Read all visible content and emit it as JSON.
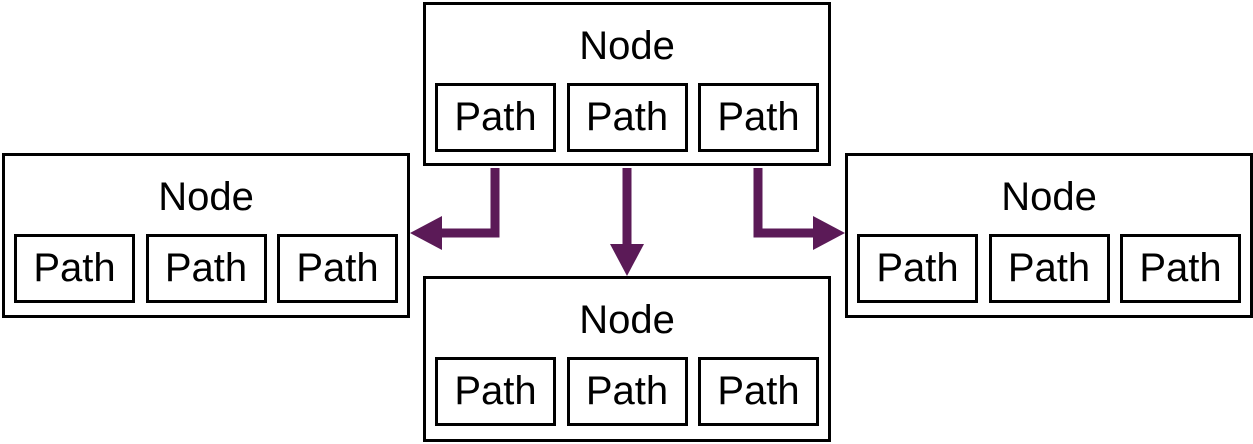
{
  "nodes": {
    "top": {
      "label": "Node",
      "paths": [
        "Path",
        "Path",
        "Path"
      ]
    },
    "left": {
      "label": "Node",
      "paths": [
        "Path",
        "Path",
        "Path"
      ]
    },
    "right": {
      "label": "Node",
      "paths": [
        "Path",
        "Path",
        "Path"
      ]
    },
    "bottom": {
      "label": "Node",
      "paths": [
        "Path",
        "Path",
        "Path"
      ]
    }
  },
  "colors": {
    "arrow": "#5b1a57",
    "border": "#000000"
  }
}
